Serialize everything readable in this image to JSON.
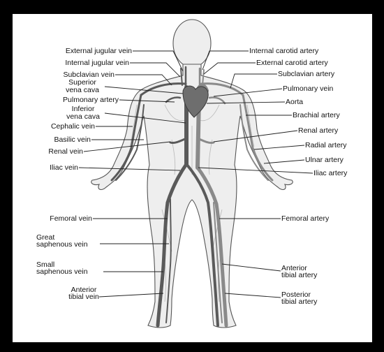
{
  "diagram": {
    "labels_left": [
      {
        "id": "external-jugular-vein",
        "lines": [
          "External jugular vein"
        ]
      },
      {
        "id": "internal-jugular-vein",
        "lines": [
          "Internal jugular vein"
        ]
      },
      {
        "id": "subclavian-vein",
        "lines": [
          "Subclavian vein"
        ]
      },
      {
        "id": "superior-vena-cava",
        "lines": [
          "Superior",
          "vena cava"
        ]
      },
      {
        "id": "pulmonary-artery",
        "lines": [
          "Pulmonary artery"
        ]
      },
      {
        "id": "inferior-vena-cava",
        "lines": [
          "Inferior",
          "vena cava"
        ]
      },
      {
        "id": "cephalic-vein",
        "lines": [
          "Cephalic vein"
        ]
      },
      {
        "id": "basilic-vein",
        "lines": [
          "Basilic vein"
        ]
      },
      {
        "id": "renal-vein",
        "lines": [
          "Renal vein"
        ]
      },
      {
        "id": "iliac-vein",
        "lines": [
          "Iliac vein"
        ]
      },
      {
        "id": "femoral-vein",
        "lines": [
          "Femoral vein"
        ]
      },
      {
        "id": "great-saphenous-vein",
        "lines": [
          "Great",
          "saphenous vein"
        ]
      },
      {
        "id": "small-saphenous-vein",
        "lines": [
          "Small",
          "saphenous vein"
        ]
      },
      {
        "id": "anterior-tibial-vein",
        "lines": [
          "Anterior",
          "tibial vein"
        ]
      }
    ],
    "labels_right": [
      {
        "id": "internal-carotid-artery",
        "lines": [
          "Internal carotid artery"
        ]
      },
      {
        "id": "external-carotid-artery",
        "lines": [
          "External carotid artery"
        ]
      },
      {
        "id": "subclavian-artery",
        "lines": [
          "Subclavian artery"
        ]
      },
      {
        "id": "pulmonary-vein",
        "lines": [
          "Pulmonary vein"
        ]
      },
      {
        "id": "aorta",
        "lines": [
          "Aorta"
        ]
      },
      {
        "id": "brachial-artery",
        "lines": [
          "Brachial artery"
        ]
      },
      {
        "id": "renal-artery",
        "lines": [
          "Renal artery"
        ]
      },
      {
        "id": "radial-artery",
        "lines": [
          "Radial artery"
        ]
      },
      {
        "id": "ulnar-artery",
        "lines": [
          "Ulnar artery"
        ]
      },
      {
        "id": "iliac-artery",
        "lines": [
          "Iliac artery"
        ]
      },
      {
        "id": "femoral-artery",
        "lines": [
          "Femoral artery"
        ]
      },
      {
        "id": "anterior-tibial-artery",
        "lines": [
          "Anterior",
          "tibial artery"
        ]
      },
      {
        "id": "posterior-tibial-artery",
        "lines": [
          "Posterior",
          "tibial artery"
        ]
      }
    ]
  }
}
